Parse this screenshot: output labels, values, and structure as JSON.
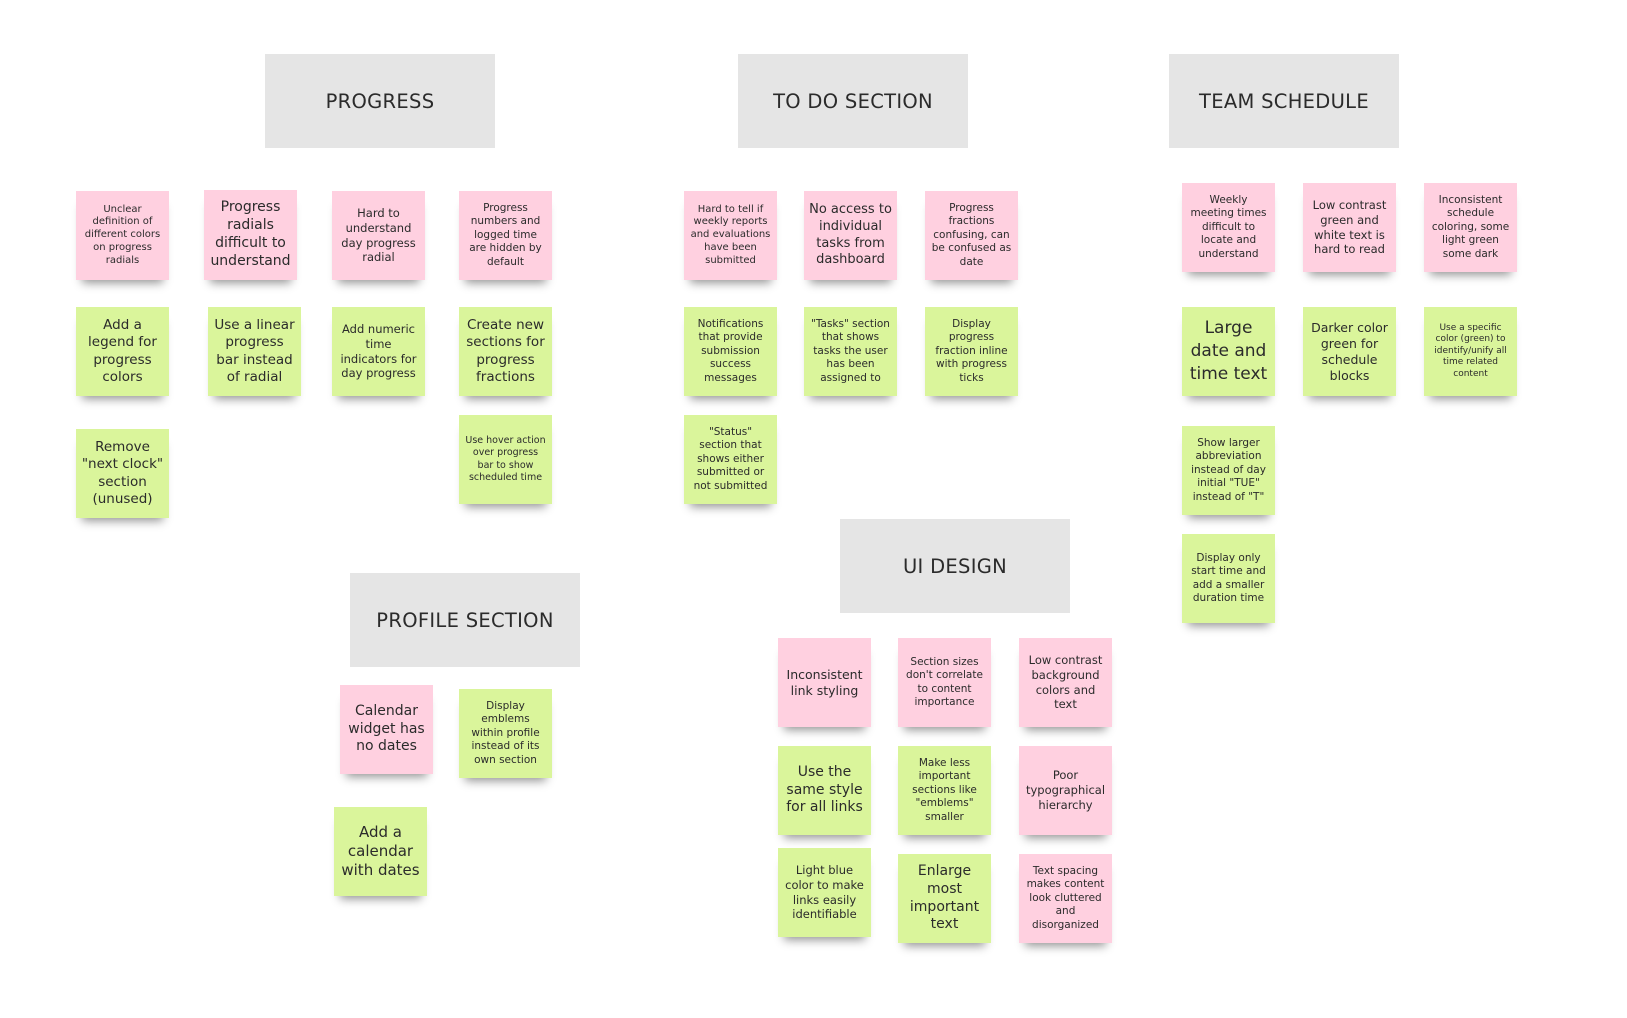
{
  "colors": {
    "pink": "#ffd0e0",
    "green": "#daf59b",
    "header": "#e5e5e5"
  },
  "headers": {
    "progress": "PROGRESS",
    "todo": "TO DO SECTION",
    "team": "TEAM SCHEDULE",
    "profile": "PROFILE SECTION",
    "ui": "UI DESIGN"
  },
  "notes": {
    "p1": "Unclear definition of different colors on progress radials",
    "p2": "Progress radials difficult to understand",
    "p3": "Hard to understand day progress radial",
    "p4": "Progress numbers and logged time are hidden by default",
    "p5": "Add a legend for progress colors",
    "p6": "Use a linear progress bar instead of radial",
    "p7": "Add numeric time indicators for day progress",
    "p8": "Create new sections for progress fractions",
    "p9": "Remove \"next clock\" section (unused)",
    "p10": "Use hover action over progress bar to show scheduled time",
    "t1": "Hard to tell if weekly reports and evaluations have been submitted",
    "t2": "No access to individual tasks from dashboard",
    "t3": "Progress fractions confusing, can be confused as date",
    "t4": "Notifications that provide submission success messages",
    "t5": "\"Tasks\" section that shows tasks the user has been assigned to",
    "t6": "Display progress fraction inline with progress ticks",
    "t7": "\"Status\" section that shows either submitted or not submitted",
    "s1": "Weekly meeting times difficult to locate and understand",
    "s2": "Low contrast green and white text is hard to read",
    "s3": "Inconsistent schedule coloring, some light green some dark",
    "s4": "Large date and time text",
    "s5": "Darker color green for schedule blocks",
    "s6": "Use a specific color (green) to identify/unify all time related content",
    "s7": "Show larger abbreviation instead of day initial \"TUE\" instead of \"T\"",
    "s8": "Display only start time and add a smaller duration time",
    "f1": "Calendar widget has no dates",
    "f2": "Display emblems within profile instead of its own section",
    "f3": "Add a calendar with dates",
    "u1": "Inconsistent link styling",
    "u2": "Section sizes don't correlate to content importance",
    "u3": "Low contrast background colors and text",
    "u4": "Use the same style for all links",
    "u5": "Make less important sections like \"emblems\" smaller",
    "u6": "Poor typographical hierarchy",
    "u7": "Light blue color to make links easily identifiable",
    "u8": "Enlarge most important text",
    "u9": "Text spacing makes content look cluttered and disorganized"
  }
}
